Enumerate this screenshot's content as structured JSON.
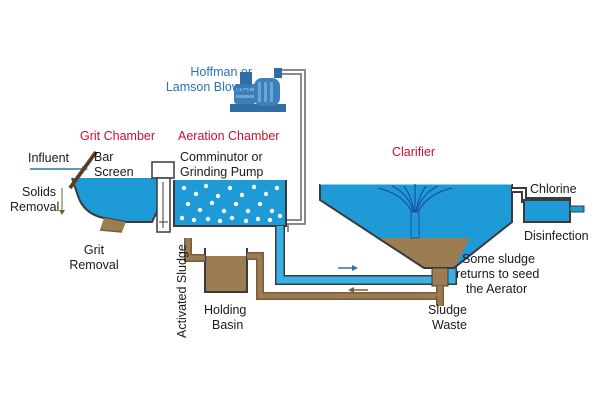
{
  "colors": {
    "water": "#1e9ad6",
    "water_light": "#39b1e4",
    "tank_wall": "#3a3a3a",
    "sludge": "#9c7c52",
    "sludge_dark": "#7a5d39",
    "pipe_gray": "#8a8a8a",
    "blower": "#3d7fb8",
    "flow_arrow": "#2b72b8",
    "return_arrow": "#7a5d39",
    "red_label": "#c8102e",
    "blue_label": "#2b72b8"
  },
  "labels": {
    "blower_line1": "Hoffman or",
    "blower_line2": "Lamson Blower",
    "grit_chamber": "Grit Chamber",
    "aeration_chamber": "Aeration Chamber",
    "clarifier": "Clarifier",
    "influent": "Influent",
    "bar_screen_1": "Bar",
    "bar_screen_2": "Screen",
    "comminutor_1": "Comminutor or",
    "comminutor_2": "Grinding Pump",
    "solids_1": "Solids",
    "solids_2": "Removal",
    "grit_removal_1": "Grit",
    "grit_removal_2": "Removal",
    "activated_sludge": "Activated Sludge",
    "holding_1": "Holding",
    "holding_2": "Basin",
    "chlorine": "Chlorine",
    "disinfection": "Disinfection",
    "returns_1": "Some sludge",
    "returns_2": "returns to seed",
    "returns_3": "the Aerator",
    "waste_1": "Sludge",
    "waste_2": "Waste"
  }
}
